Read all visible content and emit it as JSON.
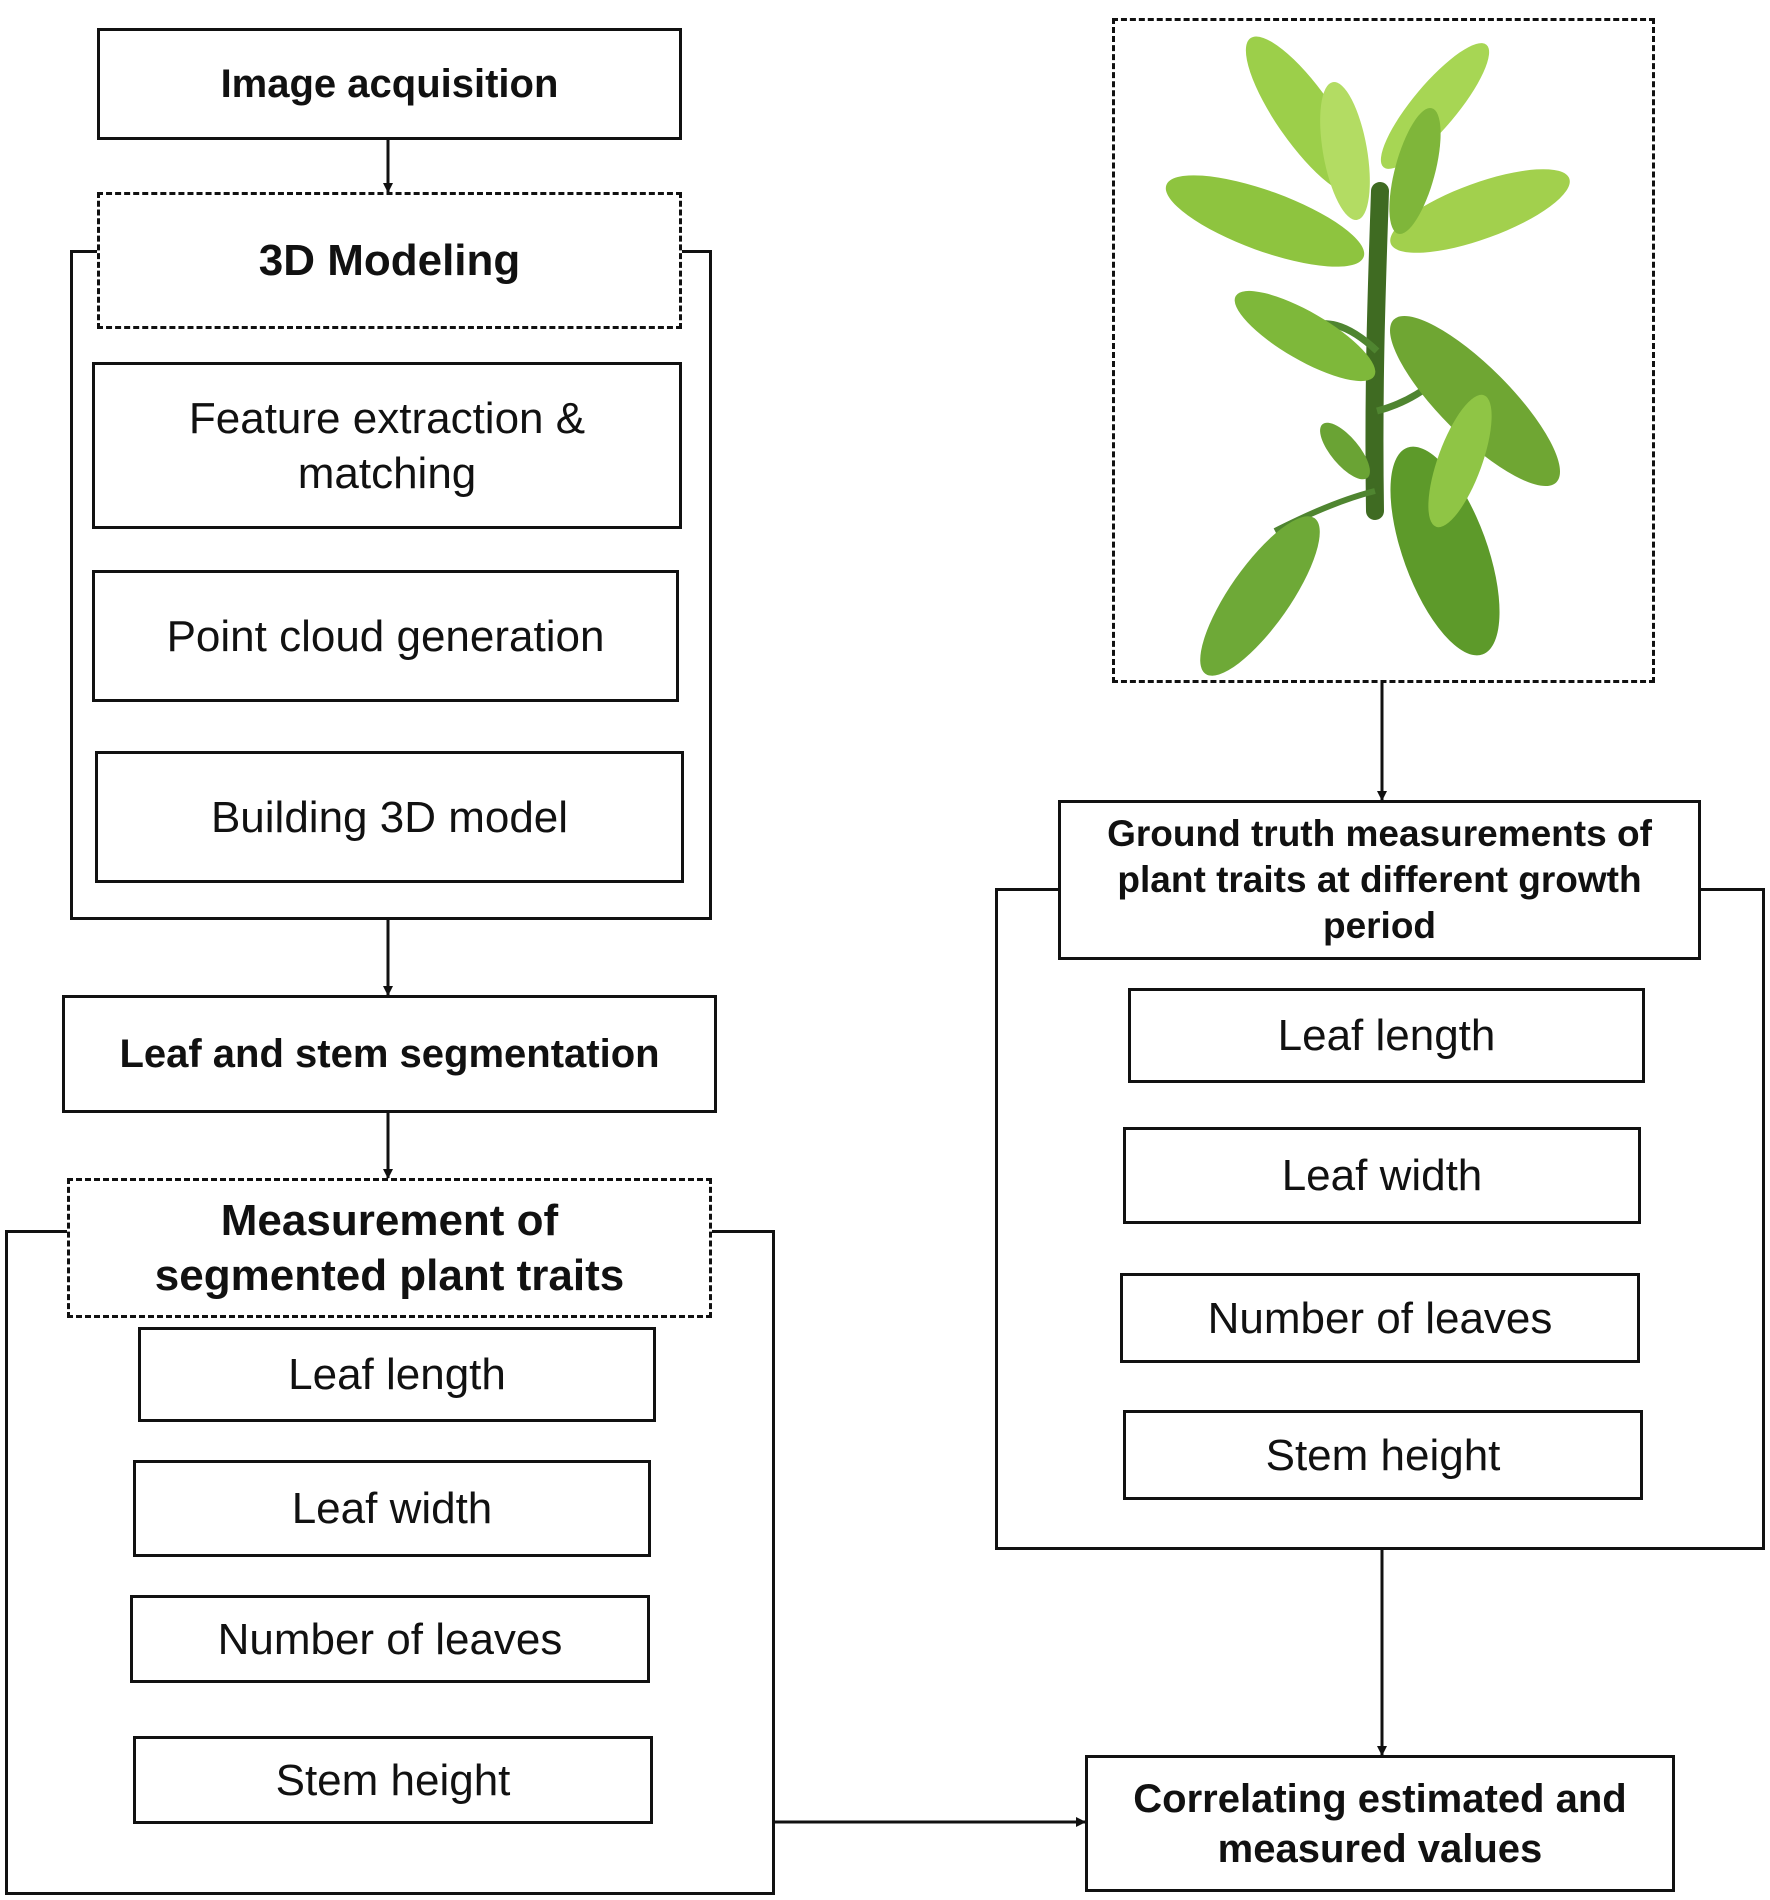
{
  "pipeline": {
    "image_acquisition": "Image acquisition",
    "modeling": {
      "title": "3D Modeling",
      "steps": [
        "Feature extraction & matching",
        "Point cloud generation",
        "Building 3D model"
      ]
    },
    "segmentation": "Leaf and stem segmentation",
    "measurement": {
      "title": "Measurement of segmented plant traits",
      "traits": [
        "Leaf length",
        "Leaf width",
        "Number of leaves",
        "Stem height"
      ]
    }
  },
  "ground_truth": {
    "photo_alt": "pepper plant photo",
    "title": "Ground truth measurements of plant traits at different growth period",
    "traits": [
      "Leaf length",
      "Leaf width",
      "Number of leaves",
      "Stem height"
    ]
  },
  "correlation": "Correlating estimated and measured values",
  "colors": {
    "line": "#111111",
    "leaf_light": "#9ccf4a",
    "leaf_dark": "#5d9a2a",
    "stem": "#3f6b22"
  }
}
